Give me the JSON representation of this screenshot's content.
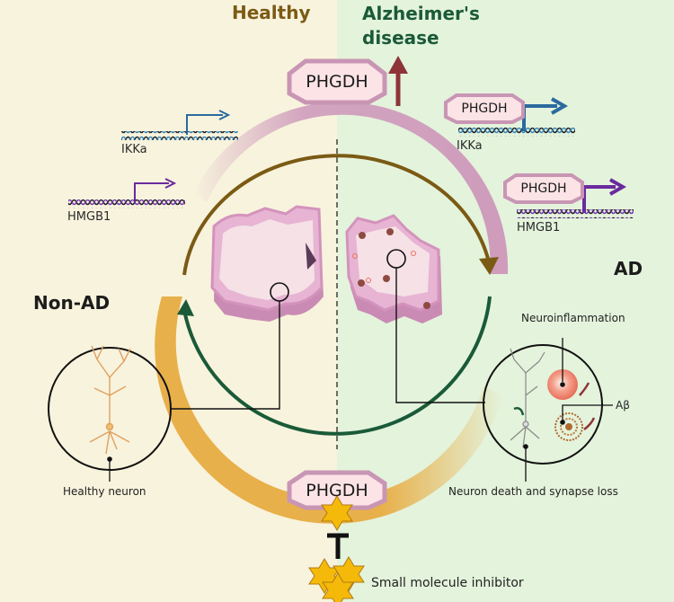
{
  "header": {
    "healthy_label": "Healthy",
    "ad_label_line1": "Alzheimer's",
    "ad_label_line2": "disease"
  },
  "states": {
    "non_ad": "Non-AD",
    "ad": "AD"
  },
  "protein": {
    "name": "PHGDH",
    "top_trend": "increased"
  },
  "healthy_genes": [
    {
      "name": "IKKa",
      "color": "#2a6a9e"
    },
    {
      "name": "HMGB1",
      "color": "#6a2a9e"
    }
  ],
  "ad_genes": [
    {
      "name": "IKKa",
      "bound_by": "PHGDH",
      "color": "#2a6a9e"
    },
    {
      "name": "HMGB1",
      "bound_by": "PHGDH",
      "color": "#6a2a9e"
    }
  ],
  "callouts": {
    "healthy_neuron": "Healthy neuron",
    "neuroinflammation": "Neuroinflammation",
    "abeta": "Aβ",
    "neuron_death": "Neuron death and synapse loss",
    "inhibitor": "Small molecule inhibitor"
  },
  "colors": {
    "healthy_bg": "#f8f3dd",
    "ad_bg": "#e4f3dc",
    "healthy_arc": "#7b5a14",
    "ad_arc": "#1a5a38",
    "pink_arrow": "#cf9cbc",
    "orange_arrow": "#e8b04a",
    "up_arrow": "#8e3438",
    "phgdh_border": "#c896b4",
    "phgdh_fill": "#fbe3e6",
    "star": "#f5b90a"
  }
}
